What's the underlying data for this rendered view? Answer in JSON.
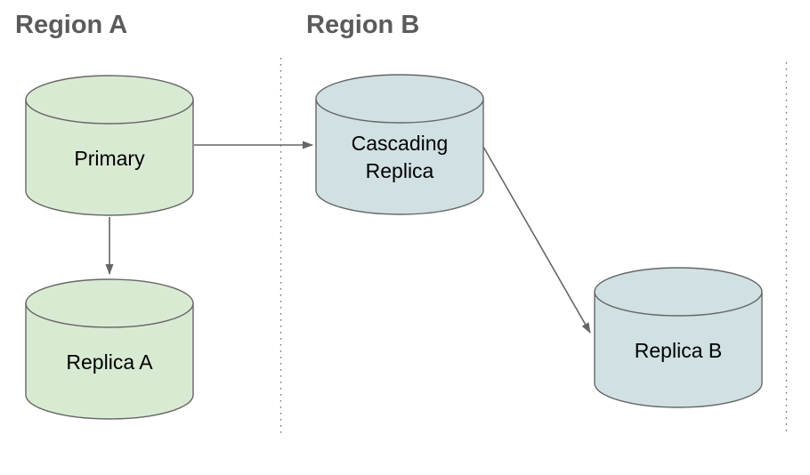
{
  "regions": [
    {
      "title": "Region A"
    },
    {
      "title": "Region B"
    }
  ],
  "nodes": [
    {
      "id": "primary",
      "label": "Primary",
      "region": "Region A",
      "fill": "#d9ead3"
    },
    {
      "id": "replica_a",
      "label": "Replica A",
      "region": "Region A",
      "fill": "#d9ead3"
    },
    {
      "id": "cascading_replica",
      "label": "Cascading Replica",
      "region": "Region B",
      "fill": "#d0e0e3"
    },
    {
      "id": "replica_b",
      "label": "Replica B",
      "region": "Region B",
      "fill": "#d0e0e3"
    }
  ],
  "edges": [
    {
      "from": "primary",
      "to": "cascading_replica"
    },
    {
      "from": "primary",
      "to": "replica_a"
    },
    {
      "from": "cascading_replica",
      "to": "replica_b"
    }
  ],
  "colors": {
    "region_a_node_fill": "#d9ead3",
    "region_b_node_fill": "#d0e0e3",
    "node_stroke": "#666666",
    "arrow": "#666666",
    "region_divider": "#757575",
    "title_text": "#5b5b5b",
    "label_text": "#000000",
    "background": "#ffffff"
  }
}
